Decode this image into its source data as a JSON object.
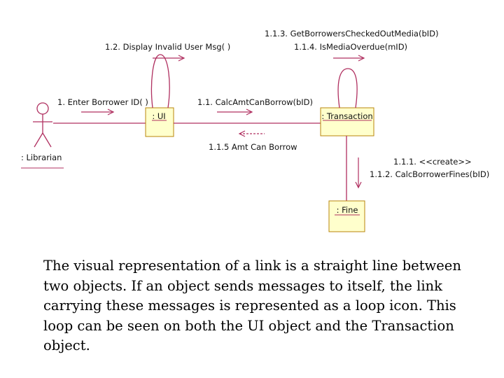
{
  "diagram": {
    "actor": {
      "label": ": Librarian"
    },
    "objects": {
      "ui": {
        "label": ": UI"
      },
      "transaction": {
        "label": ": Transaction"
      },
      "fine": {
        "label": ": Fine"
      }
    },
    "messages": {
      "m1": "1. Enter Borrower ID( )",
      "m1_2": "1.2. Display Invalid User Msg( )",
      "m1_1": "1.1. CalcAmtCanBorrow(bID)",
      "m1_1_5": "1.1.5 Amt Can Borrow",
      "m1_1_3": "1.1.3. GetBorrowersCheckedOutMedia(bID)",
      "m1_1_4": "1.1.4. IsMediaOverdue(mID)",
      "m1_1_1": "1.1.1. <<create>>",
      "m1_1_2": "1.1.2. CalcBorrowerFines(bID)"
    },
    "colors": {
      "line": "#b03060",
      "box_fill": "#ffffcc",
      "box_border": "#b8860b"
    }
  },
  "caption": "The visual representation of a link is a straight line between two objects. If an object sends messages to itself, the link carrying these messages is represented as a loop icon. This loop can be seen on both the UI object and the Transaction object."
}
